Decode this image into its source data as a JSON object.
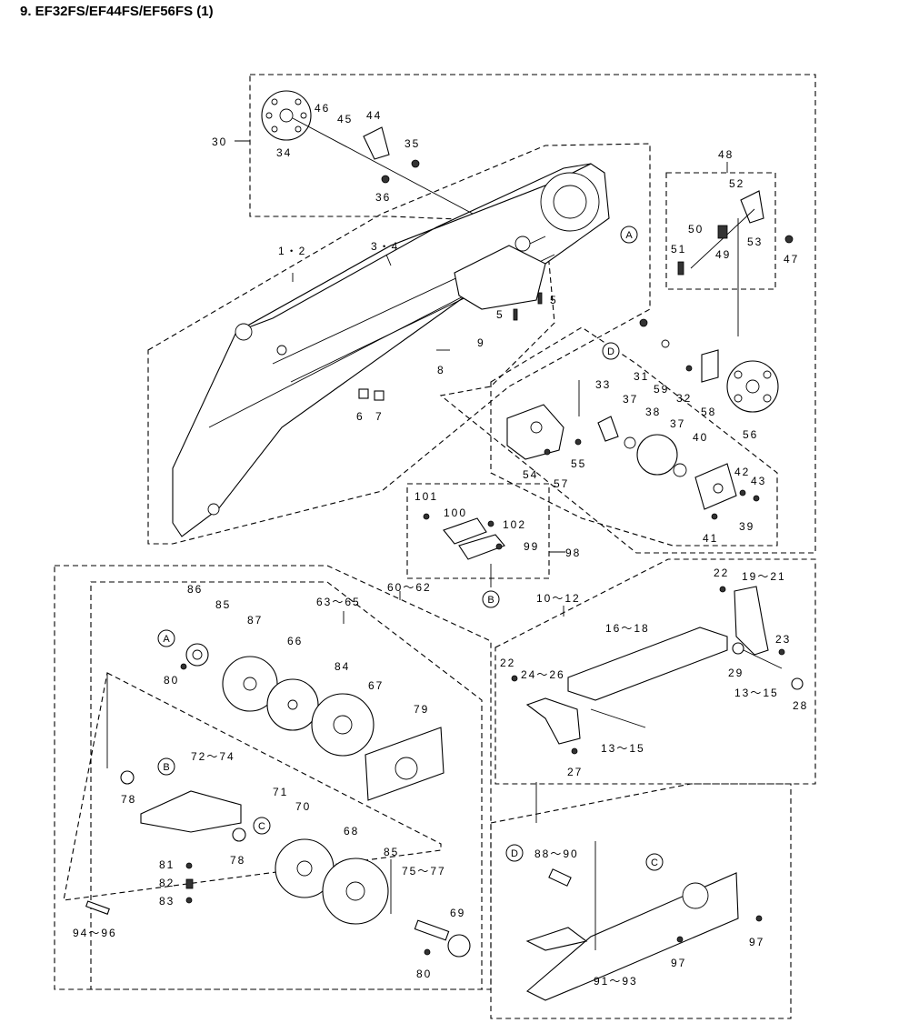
{
  "title": "9.  EF32FS/EF44FS/EF56FS (1)",
  "labels": {
    "l30": "30",
    "l34": "34",
    "l46": "46",
    "l45": "45",
    "l44": "44",
    "l35": "35",
    "l36": "36",
    "l48": "48",
    "l52": "52",
    "l50": "50",
    "l49": "49",
    "l51": "51",
    "l53": "53",
    "l47": "47",
    "l12": "1・2",
    "l34b": "3・4",
    "l5a": "5",
    "l5b": "5",
    "l9": "9",
    "l8": "8",
    "l6": "6",
    "l7": "7",
    "l31": "31",
    "l59": "59",
    "l32": "32",
    "l58": "58",
    "l56": "56",
    "l33": "33",
    "l37a": "37",
    "l38": "38",
    "l37b": "37",
    "l40": "40",
    "l42": "42",
    "l43": "43",
    "l39": "39",
    "l41": "41",
    "l54": "54",
    "l55": "55",
    "l57": "57",
    "l101": "101",
    "l100": "100",
    "l102": "102",
    "l99": "99",
    "l98": "98",
    "l60_62": "60～62",
    "l63_65": "63～65",
    "l86": "86",
    "l85a": "85",
    "l87": "87",
    "l66": "66",
    "l84": "84",
    "l67": "67",
    "l79": "79",
    "l80a": "80",
    "l72_74": "72～74",
    "l78a": "78",
    "l78b": "78",
    "l71": "71",
    "l70": "70",
    "l68": "68",
    "l85b": "85",
    "l75_77": "75～77",
    "l69": "69",
    "l81": "81",
    "l82": "82",
    "l83": "83",
    "l80b": "80",
    "l94_96": "94～96",
    "l10_12": "10～12",
    "l22a": "22",
    "l19_21": "19～21",
    "l16_18": "16～18",
    "l23": "23",
    "l22b": "22",
    "l24_26": "24～26",
    "l29": "29",
    "l13_15a": "13～15",
    "l28": "28",
    "l13_15b": "13～15",
    "l27": "27",
    "l88_90": "88～90",
    "l97a": "97",
    "l97b": "97",
    "l91_93": "91～93"
  },
  "refs": {
    "A": "A",
    "B": "B",
    "C": "C",
    "D": "D"
  }
}
